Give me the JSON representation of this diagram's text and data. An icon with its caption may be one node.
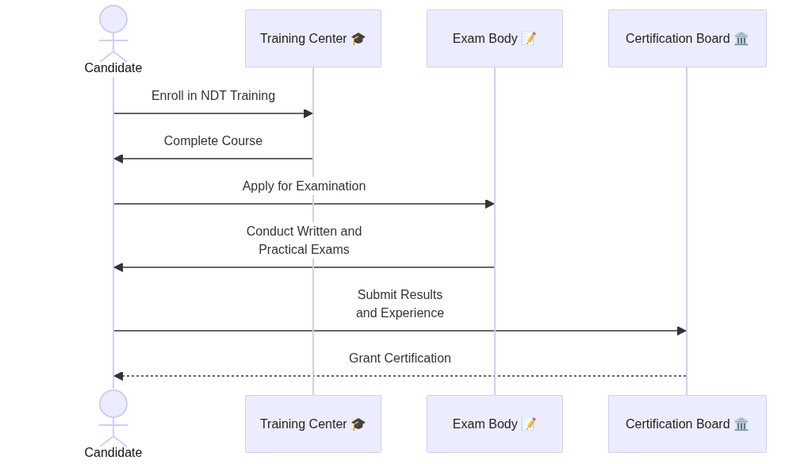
{
  "diagram": {
    "nodes": [
      {
        "text": [
          "Candidate"
        ]
      },
      {
        "text": [
          "Training Center 🎓"
        ]
      },
      {
        "text": [
          "Exam Body 📝"
        ]
      },
      {
        "text": [
          "Certification Board 🏛️"
        ]
      },
      {
        "text": [
          "Candidate"
        ]
      },
      {
        "text": [
          "Training Center 🎓"
        ]
      },
      {
        "text": [
          "Exam Body 📝"
        ]
      },
      {
        "text": [
          "Certification Board 🏛️"
        ]
      },
      {
        "text": [],
        "shape": "bar"
      },
      {
        "text": [],
        "shape": "bar"
      },
      {
        "text": [],
        "shape": "bar"
      },
      {
        "text": [],
        "shape": "bar"
      }
    ],
    "edges": [
      {
        "from": 8,
        "to": 9,
        "arrow": "to",
        "label": "Enroll in NDT Training"
      },
      {
        "from": 9,
        "to": 8,
        "arrow": "to",
        "label": "Complete Course"
      },
      {
        "from": 8,
        "to": 10,
        "arrow": "to",
        "label": "Apply for Examination"
      },
      {
        "from": 10,
        "to": 8,
        "arrow": "to",
        "label": "Conduct Written and Practical Exams"
      },
      {
        "from": 8,
        "to": 11,
        "arrow": "to",
        "label": "Submit Results and Experience"
      },
      {
        "from": 11,
        "to": 8,
        "arrow": "to",
        "label": "Grant Certification",
        "style": "dashed"
      }
    ]
  }
}
